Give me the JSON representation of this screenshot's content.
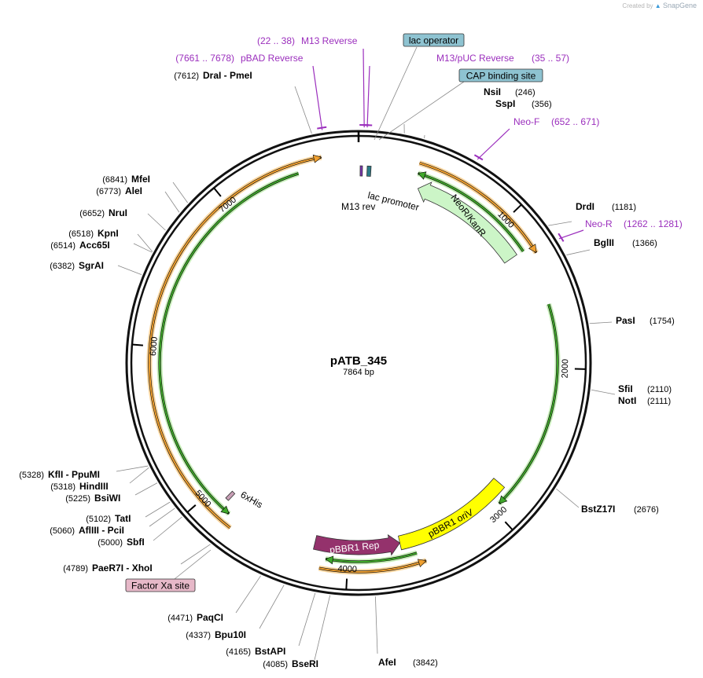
{
  "credit": {
    "prefix": "Created by",
    "brand": "SnapGene"
  },
  "plasmid": {
    "name": "pATB_345",
    "size_label": "7864 bp",
    "length": 7864
  },
  "ticks": [
    {
      "pos": 1000,
      "label": "1000"
    },
    {
      "pos": 2000,
      "label": "2000"
    },
    {
      "pos": 3000,
      "label": "3000"
    },
    {
      "pos": 4000,
      "label": "4000"
    },
    {
      "pos": 5000,
      "label": "5000"
    },
    {
      "pos": 6000,
      "label": "6000"
    },
    {
      "pos": 7000,
      "label": "7000"
    }
  ],
  "sites_right": [
    {
      "name": "NsiI",
      "pos_label": "(246)",
      "pos": 246
    },
    {
      "name": "SspI",
      "pos_label": "(356)",
      "pos": 356
    },
    {
      "name": "DrdI",
      "pos_label": "(1181)",
      "pos": 1181
    },
    {
      "name": "BglII",
      "pos_label": "(1366)",
      "pos": 1366
    },
    {
      "name": "PasI",
      "pos_label": "(1754)",
      "pos": 1754
    },
    {
      "name": "SfiI",
      "pos_label": "(2110)",
      "pos": 2110
    },
    {
      "name": "NotI",
      "pos_label": "(2111)",
      "pos": 2111
    },
    {
      "name": "BstZ17I",
      "pos_label": "(2676)",
      "pos": 2676
    },
    {
      "name": "AfeI",
      "pos_label": "(3842)",
      "pos": 3842
    }
  ],
  "sites_left": [
    {
      "name": "BseRI",
      "pos_label": "(4085)",
      "pos": 4085
    },
    {
      "name": "BstAPI",
      "pos_label": "(4165)",
      "pos": 4165
    },
    {
      "name": "Bpu10I",
      "pos_label": "(4337)",
      "pos": 4337
    },
    {
      "name": "PaqCI",
      "pos_label": "(4471)",
      "pos": 4471
    },
    {
      "name": "PaeR7I - XhoI",
      "pos_label": "(4789)",
      "pos": 4789
    },
    {
      "name": "SbfI",
      "pos_label": "(5000)",
      "pos": 5000
    },
    {
      "name": "AflIII - PciI",
      "pos_label": "(5060)",
      "pos": 5060
    },
    {
      "name": "TatI",
      "pos_label": "(5102)",
      "pos": 5102
    },
    {
      "name": "BsiWI",
      "pos_label": "(5225)",
      "pos": 5225
    },
    {
      "name": "HindIII",
      "pos_label": "(5318)",
      "pos": 5318
    },
    {
      "name": "KflI - PpuMI",
      "pos_label": "(5328)",
      "pos": 5328
    },
    {
      "name": "SgrAI",
      "pos_label": "(6382)",
      "pos": 6382
    },
    {
      "name": "Acc65I",
      "pos_label": "(6514)",
      "pos": 6514
    },
    {
      "name": "KpnI",
      "pos_label": "(6518)",
      "pos": 6518
    },
    {
      "name": "NruI",
      "pos_label": "(6652)",
      "pos": 6652
    },
    {
      "name": "AleI",
      "pos_label": "(6773)",
      "pos": 6773
    },
    {
      "name": "MfeI",
      "pos_label": "(6841)",
      "pos": 6841
    },
    {
      "name": "DraI - PmeI",
      "pos_label": "(7612)",
      "pos": 7612
    }
  ],
  "primers": [
    {
      "name": "M13 Reverse",
      "range": "(22 .. 38)",
      "pos": 30
    },
    {
      "name": "pBAD Reverse",
      "range": "(7661 .. 7678)",
      "pos": 7670
    },
    {
      "name": "M13/pUC Reverse",
      "range": "(35 .. 57)",
      "pos": 46
    },
    {
      "name": "Neo-F",
      "range": "(652 .. 671)",
      "pos": 661
    },
    {
      "name": "Neo-R",
      "range": "(1262 .. 1281)",
      "pos": 1271
    }
  ],
  "boxed_features": [
    {
      "name": "lac operator",
      "color": "#8ec3d1"
    },
    {
      "name": "CAP binding site",
      "color": "#8ec3d1"
    },
    {
      "name": "Factor Xa site",
      "color": "#e6b8c8"
    }
  ],
  "features": [
    {
      "name": "NeoR/KanR",
      "start": 410,
      "end": 1215,
      "color": "#ccf5c7",
      "dir": "ccw"
    },
    {
      "name": "pBBR1 oriV",
      "start": 2850,
      "end": 3650,
      "color": "#ffff00",
      "dir": "none"
    },
    {
      "name": "pBBR1 Rep",
      "start": 3650,
      "end": 4230,
      "color": "#94326c",
      "dir": "ccw"
    },
    {
      "name": "6xHis",
      "start": 4880,
      "end": 4905,
      "color": "#c89fb6",
      "dir": "none"
    },
    {
      "name": "lac promoter",
      "start": 55,
      "end": 80,
      "color": "#2a7a86",
      "dir": "none"
    },
    {
      "name": "M13 rev",
      "start": 10,
      "end": 25,
      "color": "#7b33b3",
      "dir": "none"
    }
  ],
  "orf_arcs": [
    {
      "start": 370,
      "end": 1270,
      "dir": "cw",
      "color": "#f0a030"
    },
    {
      "start": 380,
      "end": 1220,
      "dir": "ccw",
      "color": "#3fa82a"
    },
    {
      "start": 1590,
      "end": 2950,
      "dir": "cw",
      "color": "#3fa82a"
    },
    {
      "start": 3520,
      "end": 4170,
      "dir": "ccw",
      "color": "#f0a030"
    },
    {
      "start": 3560,
      "end": 4140,
      "dir": "cw",
      "color": "#3fa82a"
    },
    {
      "start": 4760,
      "end": 7640,
      "dir": "cw",
      "color": "#f0a030"
    },
    {
      "start": 4820,
      "end": 7480,
      "dir": "ccw",
      "color": "#3fa82a"
    }
  ]
}
